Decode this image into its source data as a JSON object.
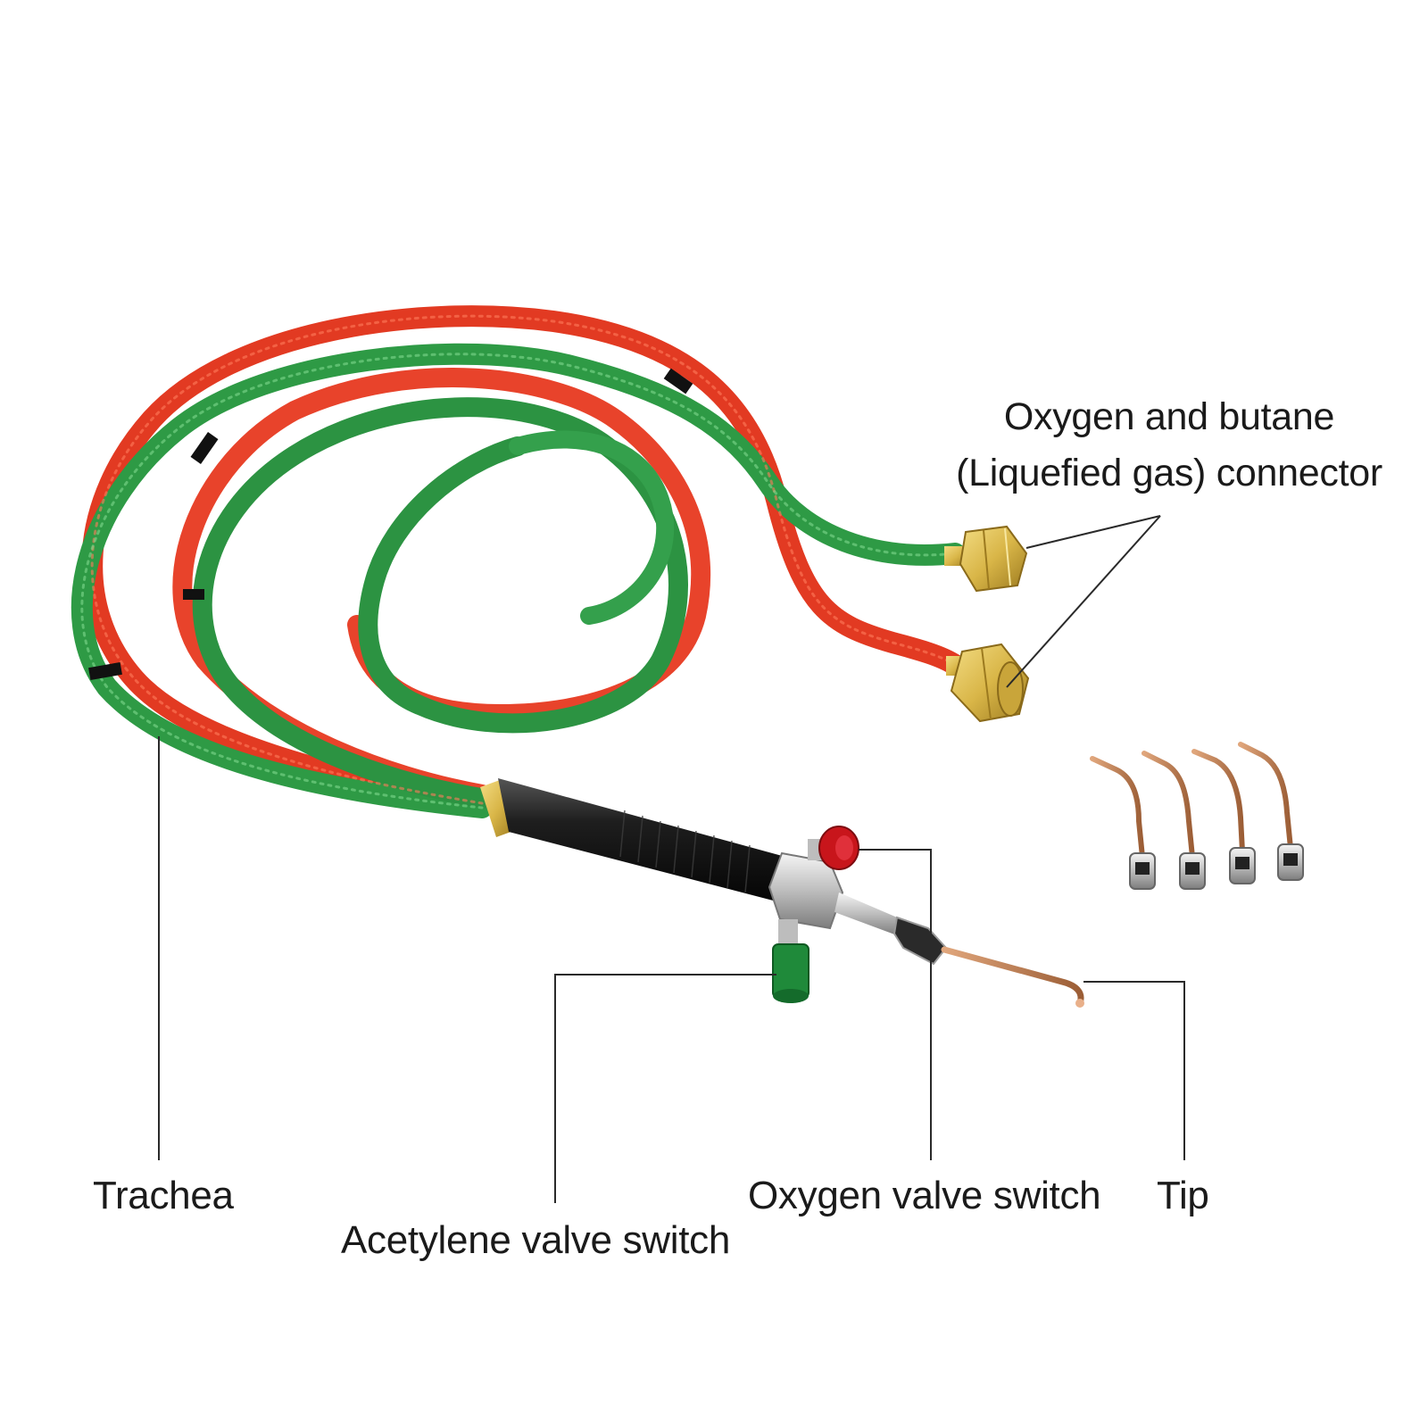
{
  "labels": {
    "connector_line1": "Oxygen and butane",
    "connector_line2": "(Liquefied gas) connector",
    "trachea": "Trachea",
    "acetylene_valve": "Acetylene valve switch",
    "oxygen_valve": "Oxygen valve switch",
    "tip": "Tip"
  },
  "colors": {
    "red_hose": "#e23a22",
    "green_hose": "#2e9a45",
    "brass": "#d9b648",
    "handle": "#1b1b1b",
    "red_knob": "#c8151b",
    "green_knob": "#1f8a3a",
    "copper_tip": "#c98a5a",
    "leader_line": "#2a2a2a"
  },
  "spare_tips_count": 4
}
